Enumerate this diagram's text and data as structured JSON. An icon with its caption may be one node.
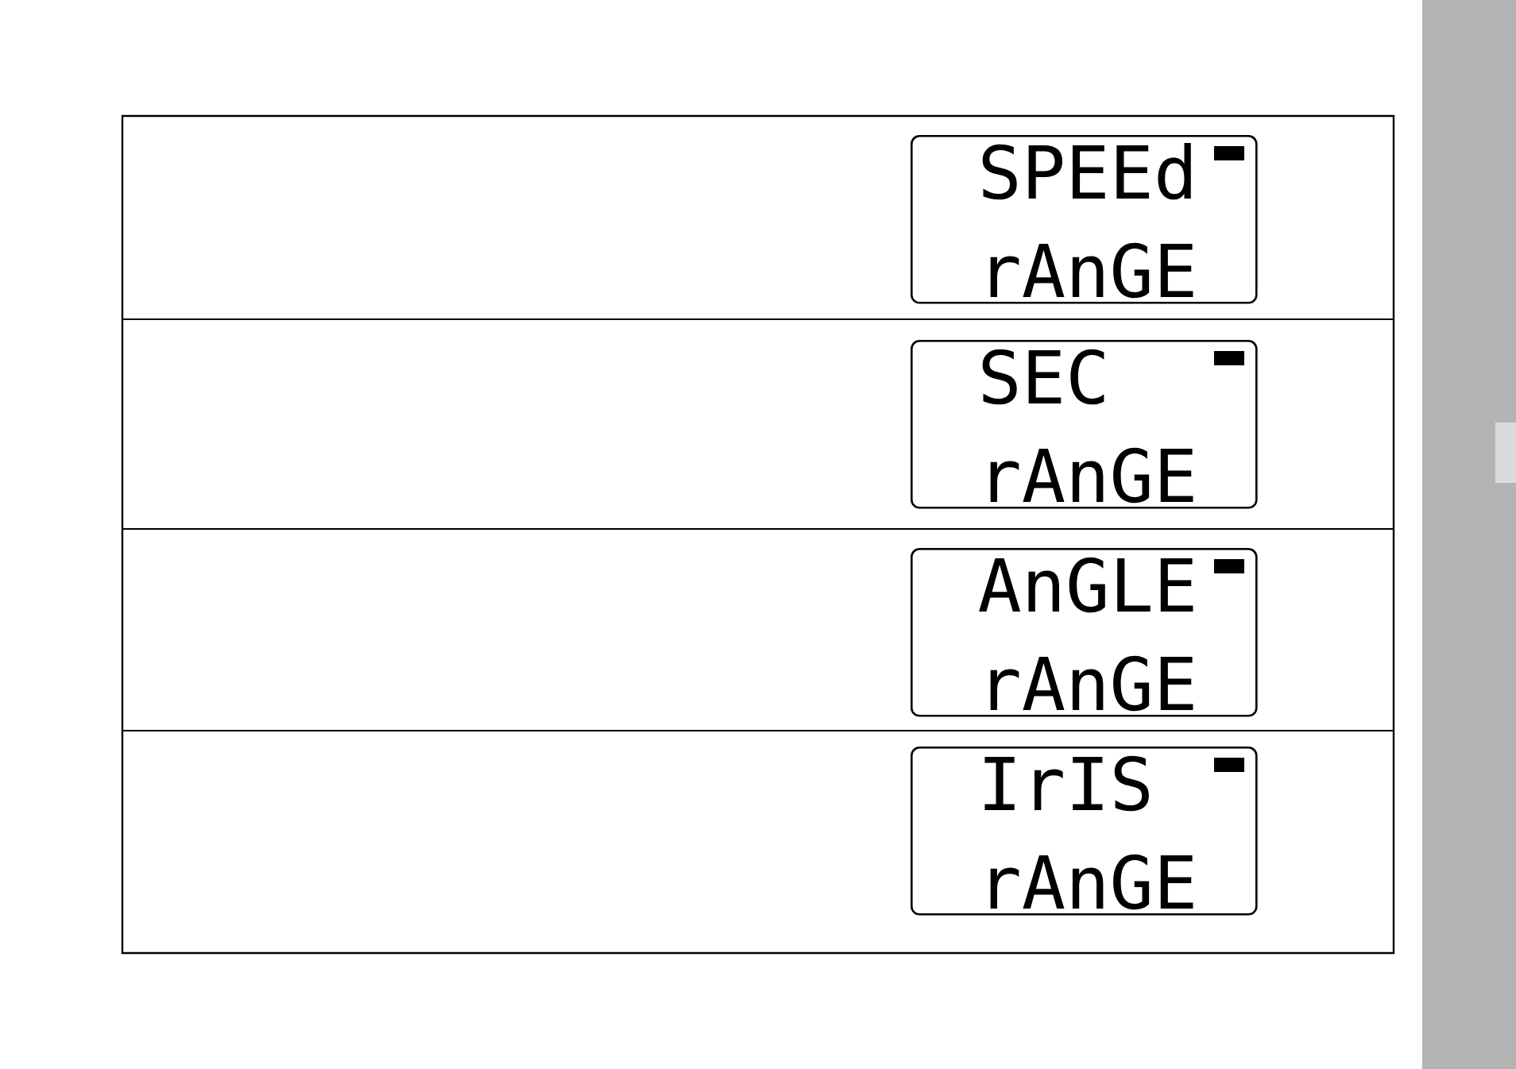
{
  "diagram": {
    "nodes": [
      {
        "text": [
          "SPEEd",
          "rAnGE"
        ]
      },
      {
        "text": [
          "SEC",
          "rAnGE"
        ]
      },
      {
        "text": [
          "AnGLE",
          "rAnGE"
        ]
      },
      {
        "text": [
          "IrIS",
          "rAnGE"
        ]
      }
    ]
  }
}
